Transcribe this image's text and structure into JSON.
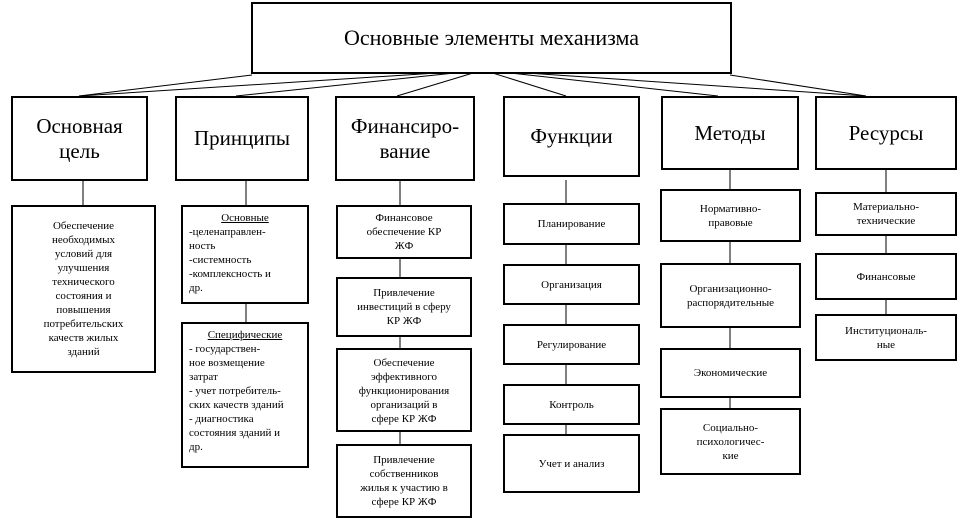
{
  "title": "Основные элементы механизма",
  "columns": [
    {
      "header": "Основная\nцель",
      "items": [
        "Обеспечение\nнеобходимых\nусловий для\nулучшения\nтехнического\nсостояния и\nповышения\nпотребительских\nкачеств жилых\nзданий"
      ]
    },
    {
      "header": "Принципы",
      "groups": [
        {
          "title": "Основные",
          "lines": "-целенаправлен-\nность\n-системность\n-комплексность и\nдр."
        },
        {
          "title": "Специфические",
          "lines": "- государствен-\nное возмещение\nзатрат\n- учет потребитель-\nских качеств зданий\n- диагностика\nсостояния зданий и\nдр."
        }
      ]
    },
    {
      "header": "Финансиро-\nвание",
      "items": [
        "Финансовое\nобеспечение КР\nЖФ",
        "Привлечение\nинвестиций в сферу\nКР ЖФ",
        "Обеспечение\nэффективного\nфункционирования\nорганизаций в\nсфере КР ЖФ",
        "Привлечение\nсобственников\nжилья к участию в\nсфере КР ЖФ"
      ]
    },
    {
      "header": "Функции",
      "items": [
        "Планирование",
        "Организация",
        "Регулирование",
        "Контроль",
        "Учет и анализ"
      ]
    },
    {
      "header": "Методы",
      "items": [
        "Нормативно-\nправовые",
        "Организационно-\nраспорядительные",
        "Экономические",
        "Социально-\nпсихологичес-\nкие"
      ]
    },
    {
      "header": "Ресурсы",
      "items": [
        "Материально-\nтехнические",
        "Финансовые",
        "Институциональ-\nные"
      ]
    }
  ]
}
